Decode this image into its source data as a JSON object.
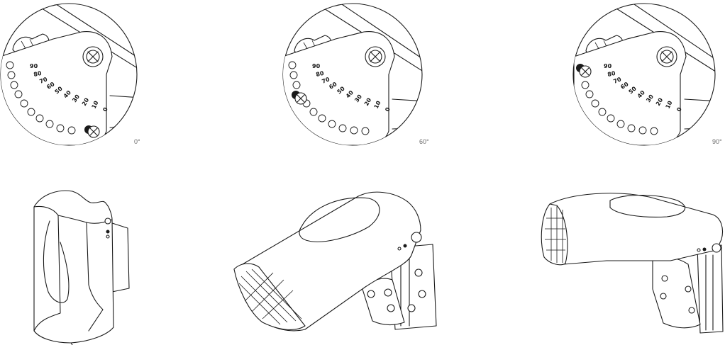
{
  "detail_views": [
    {
      "angle_label": "0°"
    },
    {
      "angle_label": "60°"
    },
    {
      "angle_label": "90°"
    }
  ],
  "tilt_scale_marks": [
    "0",
    "10",
    "20",
    "30",
    "40",
    "50",
    "60",
    "70",
    "80",
    "90"
  ],
  "tilt_scale_marks_note_symbol": "°",
  "colors": {
    "line": "#1a1a1a",
    "background": "#ffffff",
    "label": "#6a6a6a"
  }
}
